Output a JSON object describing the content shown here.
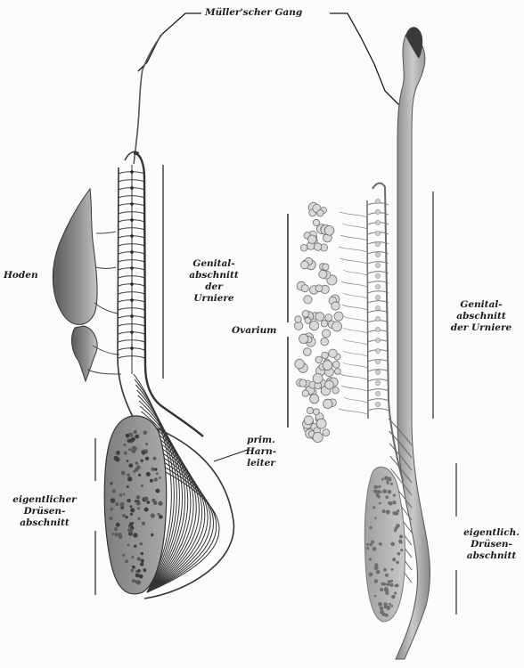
{
  "labels": {
    "muellerscher_gang": "Müller'scher Gang",
    "hoden": "Hoden",
    "genital_left": "Genital-\nabschnitt\nder\nUrniere",
    "prim_harnleiter": "prim.\nHarn-\nleiter",
    "druesen_left": "eigentlicher\nDrüsen-\nabschnitt",
    "ovarium": "Ovarium",
    "genital_right": "Genital-\nabschnitt\nder Urniere",
    "druesen_right": "eigentlich.\nDrüsen-\nabschnitt"
  },
  "colors": {
    "ink": "#1a1a1a",
    "tissue_dark": "#6f6f6f",
    "tissue_light": "#b8b8b8",
    "duct": "#9a9a9a",
    "background": "#fbfbf9"
  }
}
